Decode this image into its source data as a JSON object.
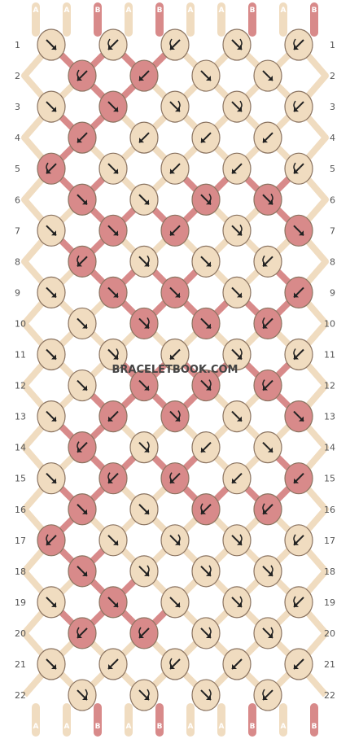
{
  "watermark": "BRACELETBOOK.COM",
  "colors": {
    "A": "#f0dcc0",
    "B": "#d88a8a",
    "outline": "#8a7360",
    "arrow": "#222222",
    "lines": "#c8c8c8"
  },
  "strands_top": [
    "A",
    "A",
    "B",
    "A",
    "B",
    "A",
    "A",
    "B",
    "A",
    "B"
  ],
  "strands_bottom": [
    "A",
    "A",
    "B",
    "A",
    "B",
    "A",
    "A",
    "B",
    "A",
    "B"
  ],
  "rows": [
    "1",
    "2",
    "3",
    "4",
    "5",
    "6",
    "7",
    "8",
    "9",
    "10",
    "11",
    "12",
    "13",
    "14",
    "15",
    "16",
    "17",
    "18",
    "19",
    "20",
    "21",
    "22"
  ],
  "knots": [
    [
      {
        "c": "A",
        "d": "se"
      },
      {
        "c": "A",
        "d": "sw_loop"
      },
      {
        "c": "A",
        "d": "sw_loop"
      },
      {
        "c": "A",
        "d": "se_loop"
      },
      {
        "c": "A",
        "d": "sw_loop"
      }
    ],
    [
      {
        "c": "B",
        "d": "sw_loop"
      },
      {
        "c": "B",
        "d": "sw"
      },
      {
        "c": "A",
        "d": "se"
      },
      {
        "c": "A",
        "d": "se"
      }
    ],
    [
      {
        "c": "A",
        "d": "se"
      },
      {
        "c": "B",
        "d": "se"
      },
      {
        "c": "A",
        "d": "se_loop"
      },
      {
        "c": "A",
        "d": "se_loop"
      },
      {
        "c": "A",
        "d": "sw_loop"
      }
    ],
    [
      {
        "c": "B",
        "d": "sw"
      },
      {
        "c": "A",
        "d": "sw"
      },
      {
        "c": "A",
        "d": "sw"
      },
      {
        "c": "A",
        "d": "sw"
      }
    ],
    [
      {
        "c": "B",
        "d": "sw_loop"
      },
      {
        "c": "A",
        "d": "se"
      },
      {
        "c": "A",
        "d": "sw"
      },
      {
        "c": "A",
        "d": "sw"
      },
      {
        "c": "A",
        "d": "sw_loop"
      }
    ],
    [
      {
        "c": "B",
        "d": "se"
      },
      {
        "c": "A",
        "d": "se"
      },
      {
        "c": "B",
        "d": "se_loop"
      },
      {
        "c": "B",
        "d": "se_loop"
      }
    ],
    [
      {
        "c": "A",
        "d": "se"
      },
      {
        "c": "B",
        "d": "se"
      },
      {
        "c": "B",
        "d": "sw"
      },
      {
        "c": "A",
        "d": "se_loop"
      },
      {
        "c": "B",
        "d": "se"
      }
    ],
    [
      {
        "c": "B",
        "d": "sw_loop"
      },
      {
        "c": "A",
        "d": "se_loop"
      },
      {
        "c": "A",
        "d": "se"
      },
      {
        "c": "A",
        "d": "sw_loop"
      }
    ],
    [
      {
        "c": "A",
        "d": "se"
      },
      {
        "c": "B",
        "d": "se"
      },
      {
        "c": "B",
        "d": "se"
      },
      {
        "c": "A",
        "d": "se"
      },
      {
        "c": "B",
        "d": "sw"
      }
    ],
    [
      {
        "c": "A",
        "d": "se"
      },
      {
        "c": "B",
        "d": "se_loop"
      },
      {
        "c": "B",
        "d": "se"
      },
      {
        "c": "B",
        "d": "sw_loop"
      }
    ],
    [
      {
        "c": "A",
        "d": "se"
      },
      {
        "c": "A",
        "d": "se_loop"
      },
      {
        "c": "A",
        "d": "sw"
      },
      {
        "c": "A",
        "d": "se_loop"
      },
      {
        "c": "A",
        "d": "sw_loop"
      }
    ],
    [
      {
        "c": "A",
        "d": "se"
      },
      {
        "c": "B",
        "d": "se"
      },
      {
        "c": "B",
        "d": "se_loop"
      },
      {
        "c": "B",
        "d": "sw_loop"
      }
    ],
    [
      {
        "c": "A",
        "d": "se"
      },
      {
        "c": "B",
        "d": "sw"
      },
      {
        "c": "B",
        "d": "se_loop"
      },
      {
        "c": "A",
        "d": "se"
      },
      {
        "c": "B",
        "d": "se"
      }
    ],
    [
      {
        "c": "B",
        "d": "sw_loop"
      },
      {
        "c": "A",
        "d": "se_loop"
      },
      {
        "c": "A",
        "d": "sw"
      },
      {
        "c": "A",
        "d": "se"
      }
    ],
    [
      {
        "c": "A",
        "d": "se"
      },
      {
        "c": "B",
        "d": "sw_loop"
      },
      {
        "c": "B",
        "d": "sw_loop"
      },
      {
        "c": "A",
        "d": "sw"
      },
      {
        "c": "B",
        "d": "sw"
      }
    ],
    [
      {
        "c": "B",
        "d": "se"
      },
      {
        "c": "A",
        "d": "se"
      },
      {
        "c": "B",
        "d": "sw_loop"
      },
      {
        "c": "B",
        "d": "sw_loop"
      }
    ],
    [
      {
        "c": "B",
        "d": "sw_loop"
      },
      {
        "c": "A",
        "d": "se"
      },
      {
        "c": "A",
        "d": "se_loop"
      },
      {
        "c": "A",
        "d": "se_loop"
      },
      {
        "c": "A",
        "d": "sw_loop"
      }
    ],
    [
      {
        "c": "B",
        "d": "se"
      },
      {
        "c": "A",
        "d": "se_loop"
      },
      {
        "c": "A",
        "d": "se_loop"
      },
      {
        "c": "A",
        "d": "se_loop"
      }
    ],
    [
      {
        "c": "A",
        "d": "se"
      },
      {
        "c": "B",
        "d": "se"
      },
      {
        "c": "A",
        "d": "se"
      },
      {
        "c": "A",
        "d": "se_loop"
      },
      {
        "c": "A",
        "d": "sw_loop"
      }
    ],
    [
      {
        "c": "B",
        "d": "sw_loop"
      },
      {
        "c": "B",
        "d": "sw_loop"
      },
      {
        "c": "A",
        "d": "se_loop"
      },
      {
        "c": "A",
        "d": "se_loop"
      }
    ],
    [
      {
        "c": "A",
        "d": "se"
      },
      {
        "c": "A",
        "d": "sw"
      },
      {
        "c": "A",
        "d": "sw_loop"
      },
      {
        "c": "A",
        "d": "sw"
      },
      {
        "c": "A",
        "d": "sw"
      }
    ],
    [
      {
        "c": "A",
        "d": "se_loop"
      },
      {
        "c": "A",
        "d": "se_loop"
      },
      {
        "c": "A",
        "d": "se_loop"
      },
      {
        "c": "A",
        "d": "sw_loop"
      }
    ]
  ]
}
